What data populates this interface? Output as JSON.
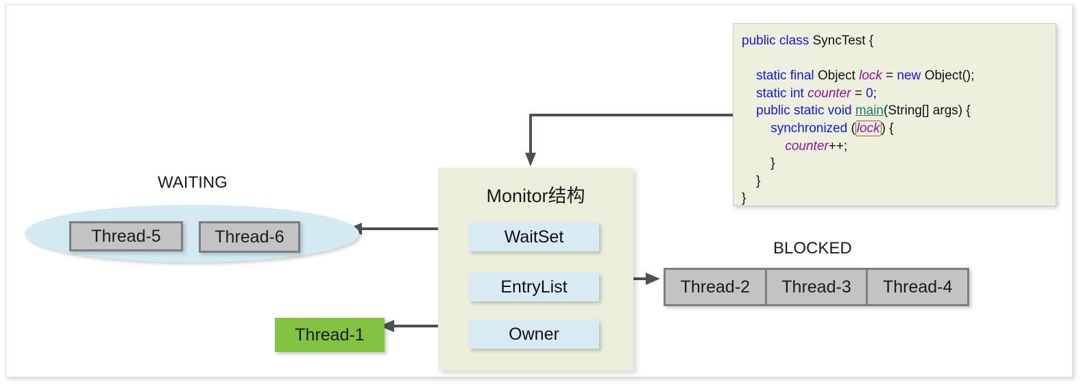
{
  "diagram": {
    "title": "Java Monitor (synchronized) thread-state diagram",
    "colors": {
      "monitor_panel_bg": "#eaeedb",
      "monitor_item_bg": "#d8eaf3",
      "waiting_ellipse_bg": "#d4eaf2",
      "thread_box_bg": "#c3c3c3",
      "thread_box_border": "#7d7d7d",
      "owner_thread_bg": "#82c341",
      "code_panel_bg": "#edf0dd",
      "connector": "#4a5255",
      "keyword": "#1414ff",
      "field": "#9b12a0",
      "method": "#1a7a6e",
      "highlight_border": "#b5562a"
    }
  },
  "waiting": {
    "label": "WAITING",
    "threads": [
      {
        "name": "Thread-5"
      },
      {
        "name": "Thread-6"
      }
    ]
  },
  "blocked": {
    "label": "BLOCKED",
    "threads": [
      {
        "name": "Thread-2"
      },
      {
        "name": "Thread-3"
      },
      {
        "name": "Thread-4"
      }
    ]
  },
  "monitor": {
    "title": "Monitor结构",
    "items": [
      {
        "label": "WaitSet"
      },
      {
        "label": "EntryList"
      },
      {
        "label": "Owner"
      }
    ]
  },
  "owner_thread": {
    "name": "Thread-1"
  },
  "code": {
    "language": "java",
    "lines": [
      {
        "tokens": [
          {
            "t": "public class ",
            "c": "kw"
          },
          {
            "t": "SyncTest {",
            "c": ""
          }
        ]
      },
      {
        "tokens": [
          {
            "t": "",
            "c": ""
          }
        ]
      },
      {
        "tokens": [
          {
            "t": "    ",
            "c": ""
          },
          {
            "t": "static final ",
            "c": "kw"
          },
          {
            "t": "Object ",
            "c": ""
          },
          {
            "t": "lock",
            "c": "fld"
          },
          {
            "t": " = ",
            "c": ""
          },
          {
            "t": "new ",
            "c": "kw"
          },
          {
            "t": "Object();",
            "c": ""
          }
        ]
      },
      {
        "tokens": [
          {
            "t": "    ",
            "c": ""
          },
          {
            "t": "static int ",
            "c": "kw"
          },
          {
            "t": "counter",
            "c": "fld"
          },
          {
            "t": " = ",
            "c": ""
          },
          {
            "t": "0",
            "c": "num"
          },
          {
            "t": ";",
            "c": ""
          }
        ]
      },
      {
        "tokens": [
          {
            "t": "    ",
            "c": ""
          },
          {
            "t": "public static void ",
            "c": "kw"
          },
          {
            "t": "main",
            "c": "fn"
          },
          {
            "t": "(String[] args) {",
            "c": ""
          }
        ]
      },
      {
        "tokens": [
          {
            "t": "        ",
            "c": ""
          },
          {
            "t": "synchronized ",
            "c": "kw"
          },
          {
            "t": "(",
            "c": ""
          },
          {
            "t": "lock",
            "c": "fld hl"
          },
          {
            "t": ") {",
            "c": ""
          }
        ]
      },
      {
        "tokens": [
          {
            "t": "            ",
            "c": ""
          },
          {
            "t": "counter",
            "c": "fld"
          },
          {
            "t": "++;",
            "c": ""
          }
        ]
      },
      {
        "tokens": [
          {
            "t": "        }",
            "c": ""
          }
        ]
      },
      {
        "tokens": [
          {
            "t": "    }",
            "c": ""
          }
        ]
      },
      {
        "tokens": [
          {
            "t": "}",
            "c": ""
          }
        ]
      }
    ]
  },
  "connectors": [
    {
      "name": "code-lock-to-monitor",
      "from": "code.lock",
      "to": "monitor.panel",
      "arrowhead": "end"
    },
    {
      "name": "waitset-to-waiting",
      "from": "monitor.waitset",
      "to": "waiting.ellipse",
      "arrowhead": "end"
    },
    {
      "name": "entrylist-to-blocked",
      "from": "monitor.entrylist",
      "to": "blocked.group",
      "arrowhead": "end"
    },
    {
      "name": "owner-to-thread1",
      "from": "monitor.owner",
      "to": "owner_thread",
      "arrowhead": "end"
    }
  ]
}
